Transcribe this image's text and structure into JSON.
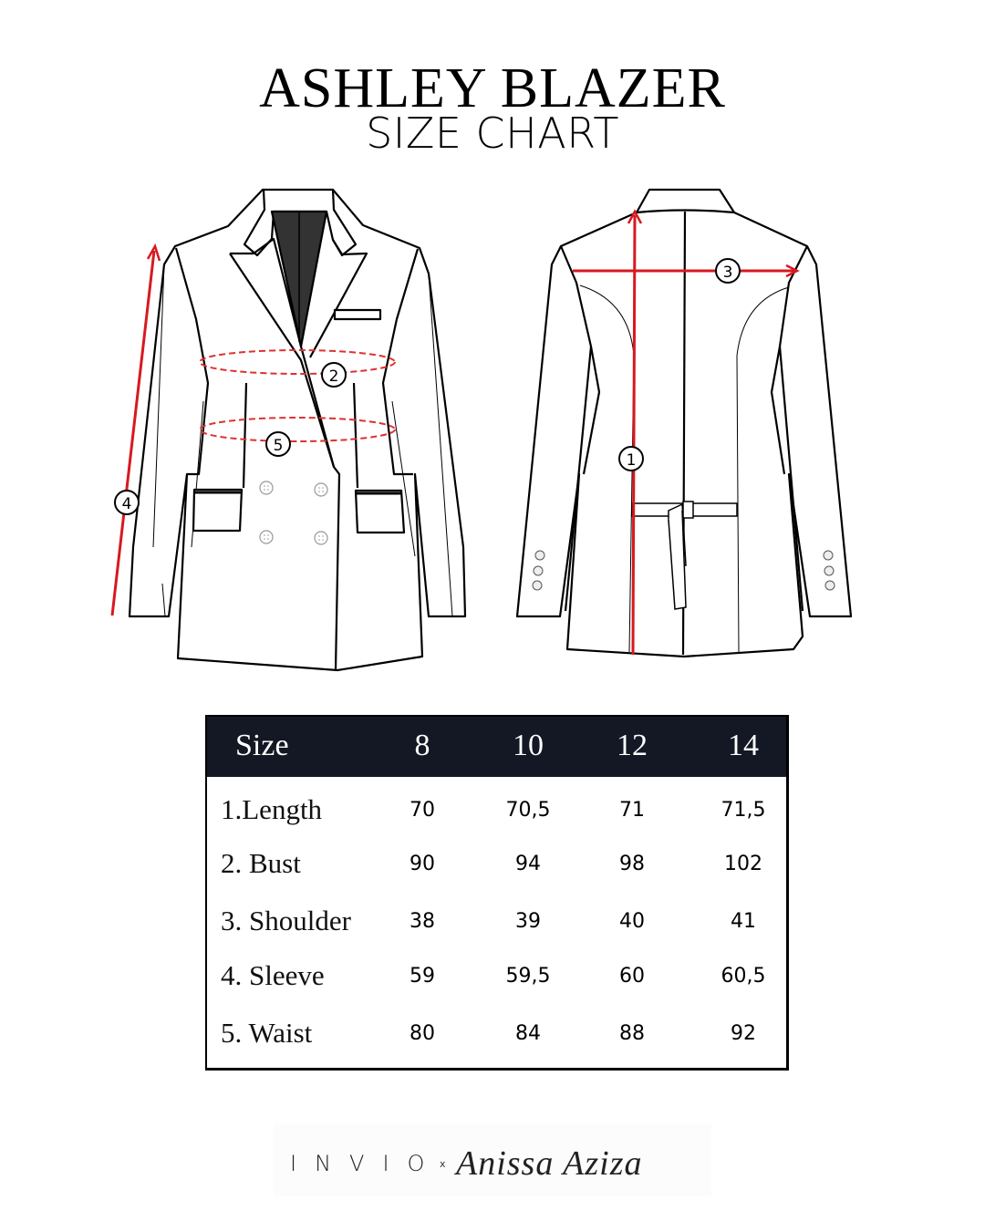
{
  "header": {
    "title": "ASHLEY BLAZER",
    "subtitle": "SIZE CHART"
  },
  "illustrations": {
    "front_markers": [
      "2",
      "5",
      "4"
    ],
    "back_markers": [
      "1",
      "3"
    ],
    "marker_color": "#d71920"
  },
  "table": {
    "header_bg": "#131824",
    "columns": [
      "Size",
      "8",
      "10",
      "12",
      "14"
    ],
    "rows": [
      {
        "label": "1.Length",
        "values": [
          "70",
          "70,5",
          "71",
          "71,5"
        ]
      },
      {
        "label": "2. Bust",
        "values": [
          "90",
          "94",
          "98",
          "102"
        ]
      },
      {
        "label": "3. Shoulder",
        "values": [
          "38",
          "39",
          "40",
          "41"
        ]
      },
      {
        "label": "4. Sleeve",
        "values": [
          "59",
          "59,5",
          "60",
          "60,5"
        ]
      },
      {
        "label": "5. Waist",
        "values": [
          "80",
          "84",
          "88",
          "92"
        ]
      }
    ]
  },
  "footer": {
    "brand": "INVIO",
    "separator": "x",
    "collab": "Anissa Aziza"
  }
}
